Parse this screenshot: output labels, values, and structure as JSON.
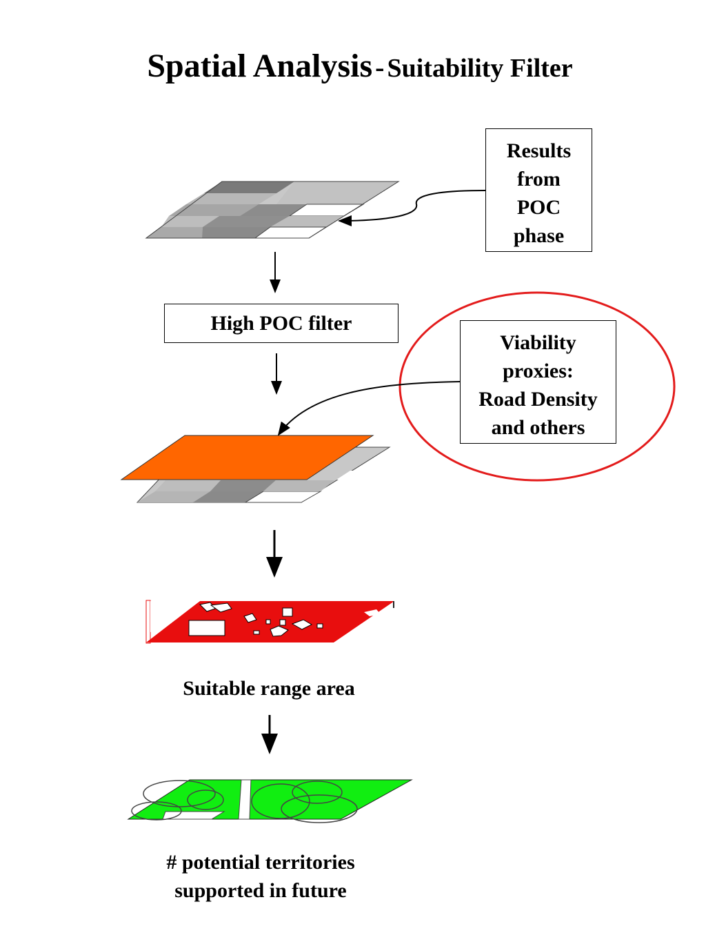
{
  "title": {
    "main": "Spatial Analysis",
    "separator": "-",
    "subtitle": "Suitability Filter"
  },
  "boxes": {
    "results": {
      "line1": "Results",
      "line2": "from",
      "line3": "POC",
      "line4": "phase"
    },
    "high_poc": "High POC filter",
    "viability": {
      "line1": "Viability",
      "line2": "proxies:",
      "line3": "Road Density",
      "line4": "and others"
    }
  },
  "labels": {
    "suitable": "Suitable range area",
    "territories_line1": "# potential territories",
    "territories_line2": "supported in future"
  },
  "colors": {
    "orange_layer": "#ff6600",
    "red_layer": "#e80e0e",
    "green_layer": "#11ee11",
    "highlight_ellipse": "#e31b1b",
    "gray_light": "#c8c8c8",
    "gray_mid": "#a6a6a6",
    "gray_dark": "#7a7a7a"
  },
  "icons": [
    "gray-grid-layer-icon",
    "orange-layer-icon",
    "red-layer-icon",
    "green-territories-layer-icon"
  ]
}
